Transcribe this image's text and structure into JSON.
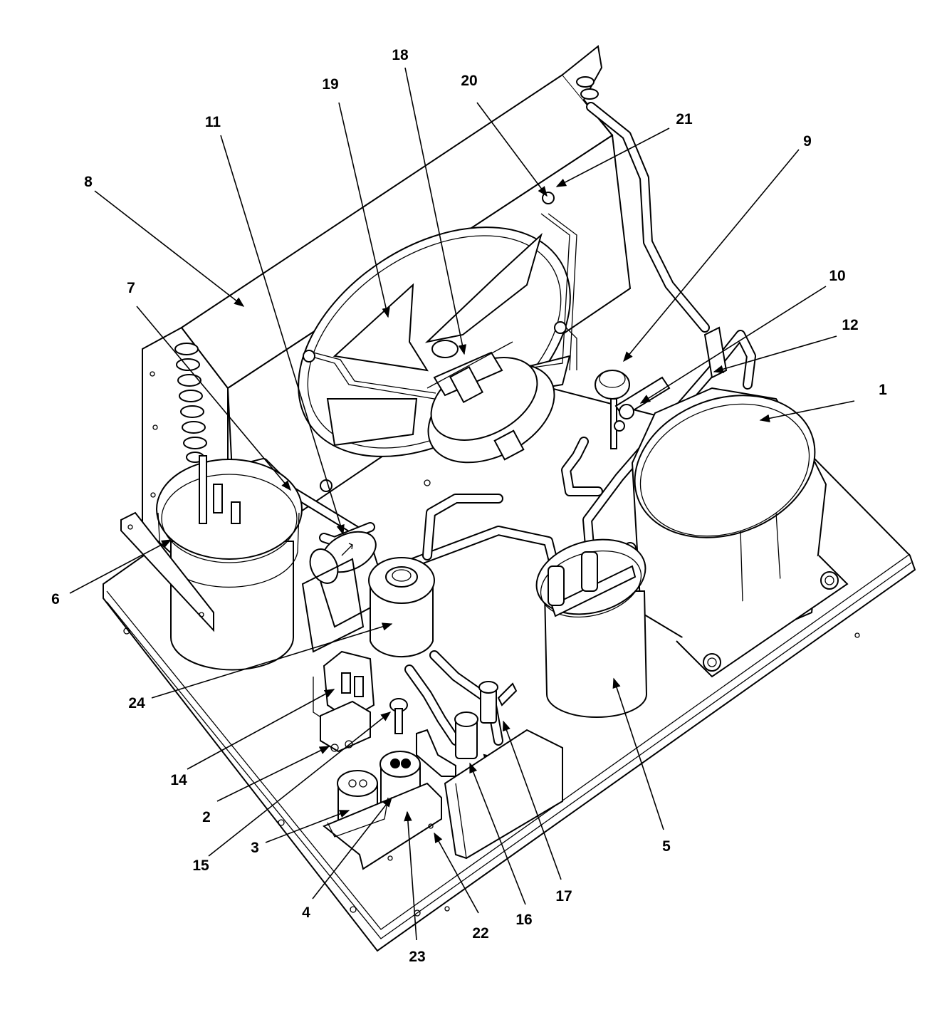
{
  "callouts": {
    "c1": "1",
    "c2": "2",
    "c3": "3",
    "c4": "4",
    "c5": "5",
    "c6": "6",
    "c7": "7",
    "c8": "8",
    "c9": "9",
    "c10": "10",
    "c11": "11",
    "c12": "12",
    "c14": "14",
    "c15": "15",
    "c16": "16",
    "c17": "17",
    "c18": "18",
    "c19": "19",
    "c20": "20",
    "c21": "21",
    "c22": "22",
    "c23": "23",
    "c24": "24"
  }
}
